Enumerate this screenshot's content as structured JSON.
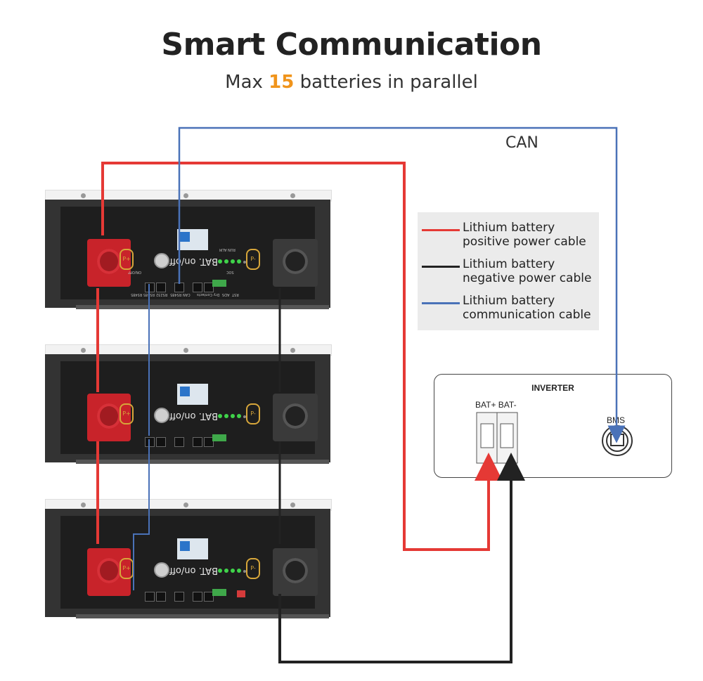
{
  "header": {
    "title": "Smart Communication",
    "subtitle_pre": "Max ",
    "subtitle_num": "15",
    "subtitle_post": " batteries in parallel"
  },
  "can_label": "CAN",
  "legend": {
    "items": [
      {
        "line1": "Lithium battery",
        "line2": "positive power cable",
        "color": "#e53935"
      },
      {
        "line1": "Lithium battery",
        "line2": "negative power cable",
        "color": "#222222"
      },
      {
        "line1": "Lithium battery",
        "line2": "communication cable",
        "color": "#4a72b8"
      }
    ]
  },
  "inverter": {
    "title": "INVERTER",
    "bat_label": "BAT+ BAT-",
    "bms_label": "BMS"
  },
  "battery_panel": {
    "brand_text": "BAT. on/off",
    "pos_tag": "P+",
    "neg_tag": "P-",
    "port_labels": [
      "ON/OFF",
      "RS485 RS485",
      "RS232",
      "RS485",
      "CAN",
      "Dry Contacts",
      "ADS",
      "RST",
      "SOC",
      "RUN",
      "ALM"
    ]
  },
  "colors": {
    "accent": "#f0941b",
    "positive": "#e53935",
    "negative": "#222222",
    "communication": "#4a72b8"
  }
}
